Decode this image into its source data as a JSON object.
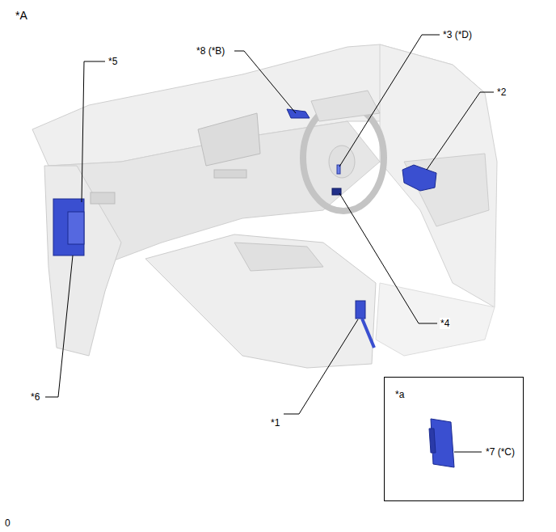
{
  "diagram": {
    "nodes": [
      {
        "text": [
          "*a",
          "*7 (*C)"
        ]
      }
    ],
    "labels": [
      "*A",
      "*5",
      "*8 (*B)",
      "*3 (*D)",
      "*2",
      "*4",
      "*6",
      "*1",
      "0"
    ]
  }
}
